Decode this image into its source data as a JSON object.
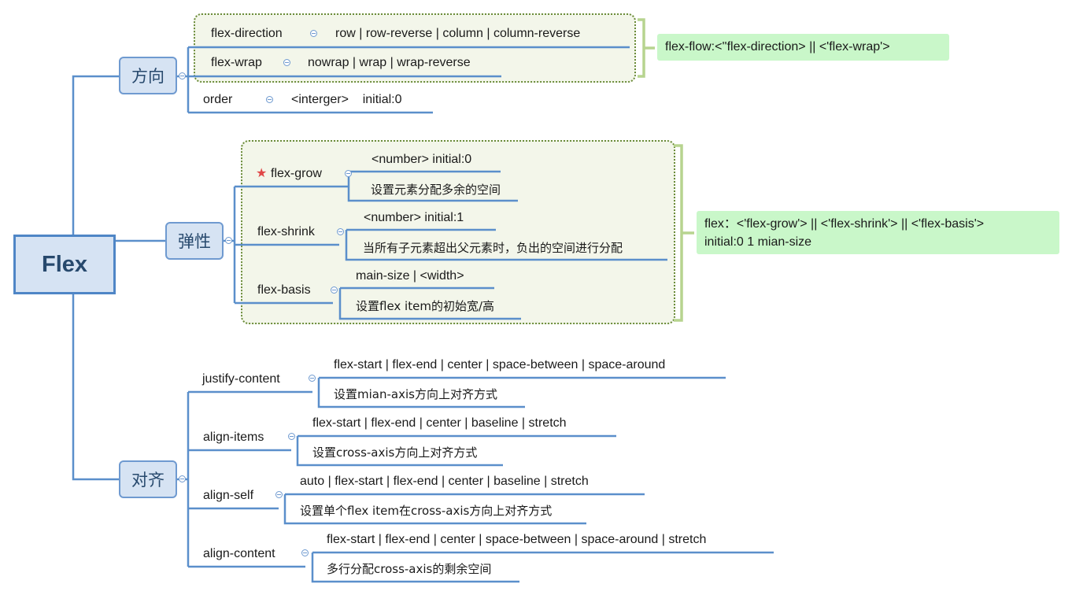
{
  "root": "Flex",
  "branches": {
    "direction": {
      "label": "方向",
      "items": {
        "flex_direction": {
          "name": "flex-direction",
          "value": "row | row-reverse | column | column-reverse"
        },
        "flex_wrap": {
          "name": "flex-wrap",
          "value": "nowrap | wrap | wrap-reverse"
        },
        "order": {
          "name": "order",
          "value": "<interger>    initial:0"
        }
      },
      "summary": "flex-flow:<''flex-direction> || <'flex-wrap'>"
    },
    "elastic": {
      "label": "弹性",
      "items": {
        "flex_grow": {
          "name": "flex-grow",
          "syntax": "<number> initial:0",
          "desc": "设置元素分配多余的空间",
          "marker": "star-icon"
        },
        "flex_shrink": {
          "name": "flex-shrink",
          "syntax": "<number> initial:1",
          "desc": "当所有子元素超出父元素时，负出的空间进行分配"
        },
        "flex_basis": {
          "name": "flex-basis",
          "syntax": "main-size | <width>",
          "desc": "设置flex item的初始宽/高"
        }
      },
      "summary_line1": "flex：<'flex-grow'> || <'flex-shrink'> || <'flex-basis'>",
      "summary_line2": "initial:0  1 mian-size"
    },
    "align": {
      "label": "对齐",
      "items": {
        "justify_content": {
          "name": "justify-content",
          "values": "flex-start | flex-end | center | space-between | space-around",
          "desc": "设置mian-axis方向上对齐方式"
        },
        "align_items": {
          "name": "align-items",
          "values": "flex-start | flex-end | center | baseline | stretch",
          "desc": "设置cross-axis方向上对齐方式"
        },
        "align_self": {
          "name": "align-self",
          "values": "auto | flex-start | flex-end | center | baseline | stretch",
          "desc": "设置单个flex item在cross-axis方向上对齐方式"
        },
        "align_content": {
          "name": "align-content",
          "values": "flex-start | flex-end | center | space-between | space-around | stretch",
          "desc": "多行分配cross-axis的剩余空间"
        }
      }
    }
  },
  "colors": {
    "line": "#5b8fcb",
    "bracket": "#b7d48f",
    "summary_bg": "#c9f7c9",
    "group_border": "#6b8c3a"
  }
}
